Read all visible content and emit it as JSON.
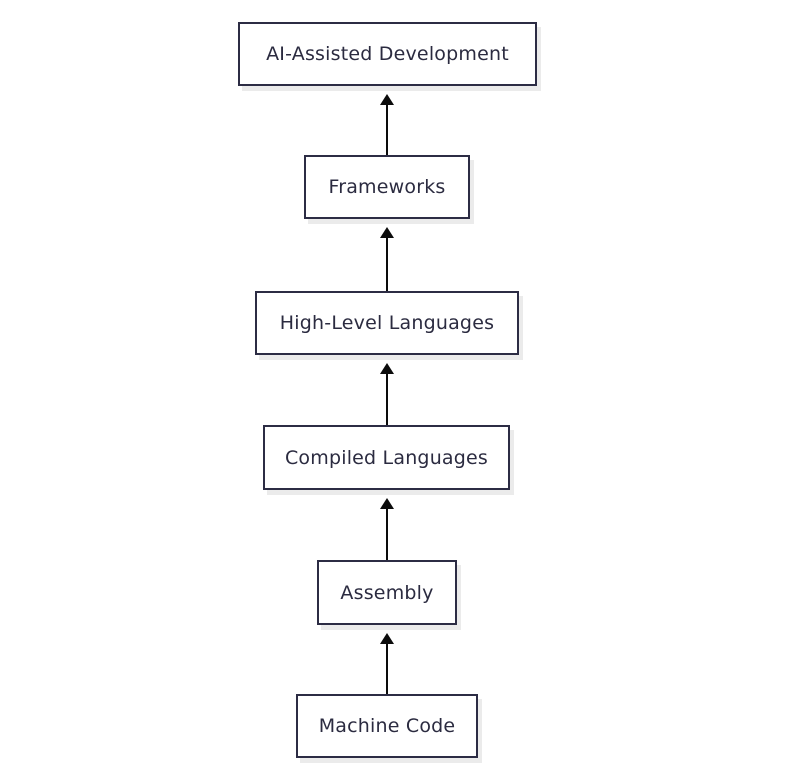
{
  "diagram": {
    "type": "flowchart",
    "direction": "bottom-to-top",
    "nodes": [
      {
        "label": "AI-Assisted Development"
      },
      {
        "label": "Frameworks"
      },
      {
        "label": "High-Level Languages"
      },
      {
        "label": "Compiled Languages"
      },
      {
        "label": "Assembly"
      },
      {
        "label": "Machine Code"
      }
    ],
    "edges": [
      {
        "from": "Machine Code",
        "to": "Assembly"
      },
      {
        "from": "Assembly",
        "to": "Compiled Languages"
      },
      {
        "from": "Compiled Languages",
        "to": "High-Level Languages"
      },
      {
        "from": "High-Level Languages",
        "to": "Frameworks"
      },
      {
        "from": "Frameworks",
        "to": "AI-Assisted Development"
      }
    ],
    "colors": {
      "background": "#ffffff",
      "node_fill": "#ffffff",
      "node_border": "#2c2c44",
      "node_text": "#2b2b40",
      "node_shadow": "#ebebeb",
      "arrow": "#0c0c0c"
    }
  }
}
